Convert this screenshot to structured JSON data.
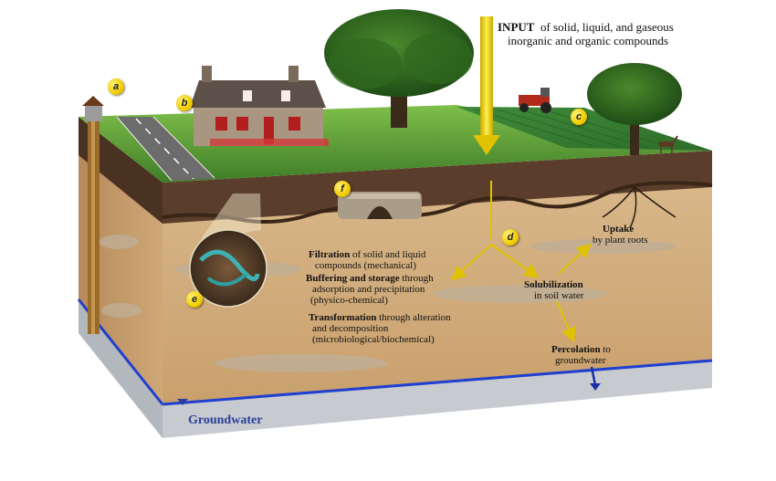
{
  "input": {
    "bold": "INPUT",
    "rest": "of solid, liquid, and gaseous",
    "line2": "inorganic and organic compounds"
  },
  "labels": {
    "a": "a",
    "b": "b",
    "c": "c",
    "d": "d",
    "e": "e",
    "f": "f"
  },
  "processes": {
    "filtration_bold": "Filtration",
    "filtration_rest": "of solid and liquid",
    "filtration_line2": "compounds (mechanical)",
    "buffering_bold": "Buffering and storage",
    "buffering_rest": "through",
    "buffering_line2": "adsorption and precipitation",
    "buffering_line3": "(physico-chemical)",
    "transformation_bold": "Transformation",
    "transformation_rest": "through alteration",
    "transformation_line2": "and decomposition",
    "transformation_line3": "(microbiological/biochemical)",
    "uptake_bold": "Uptake",
    "uptake_line2": "by plant roots",
    "solubilization_bold": "Solubilization",
    "solubilization_line2": "in soil water",
    "percolation_bold": "Percolation",
    "percolation_rest": "to",
    "percolation_line2": "groundwater"
  },
  "groundwater_label": "Groundwater",
  "colors": {
    "soil": "#d9b98e",
    "topsoil": "#5a3d2a",
    "grass": "#5c9a3a",
    "groundwater": "#1f3fd0",
    "arrow": "#f0d000",
    "bedrock": "#c7cbd0"
  }
}
